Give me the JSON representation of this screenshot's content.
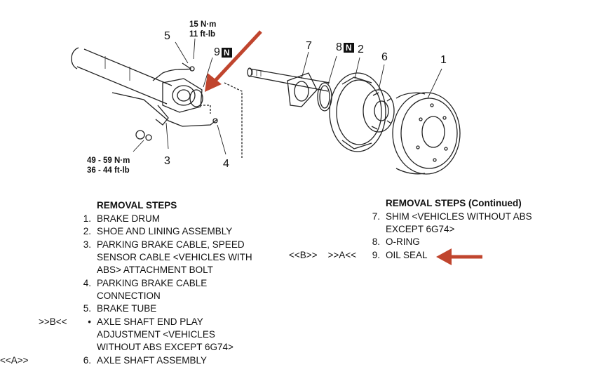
{
  "diagram": {
    "callouts": {
      "c1": "1",
      "c2": "2",
      "c3": "3",
      "c4": "4",
      "c5": "5",
      "c6": "6",
      "c7": "7",
      "c8": "8",
      "c9": "9",
      "n_mark": "N"
    },
    "torque_top": {
      "nm": "15 N·m",
      "ftlb": "11 ft-lb"
    },
    "torque_bottom": {
      "nm": "49 - 59 N·m",
      "ftlb": "36 - 44 ft-lb"
    },
    "arrow_color": "#c0452e"
  },
  "left_steps": {
    "heading": "REMOVAL STEPS",
    "items": [
      {
        "num": "1.",
        "text": "BRAKE DRUM",
        "tag": ""
      },
      {
        "num": "2.",
        "text": "SHOE AND LINING ASSEMBLY",
        "tag": ""
      },
      {
        "num": "3.",
        "text": "PARKING BRAKE CABLE, SPEED\nSENSOR CABLE <VEHICLES WITH\nABS> ATTACHMENT BOLT",
        "tag": ""
      },
      {
        "num": "4.",
        "text": "PARKING BRAKE CABLE\nCONNECTION",
        "tag": ""
      },
      {
        "num": "5.",
        "text": "BRAKE TUBE",
        "tag": ""
      },
      {
        "num": "•",
        "text": "AXLE SHAFT END PLAY\nADJUSTMENT <VEHICLES\nWITHOUT ABS EXCEPT 6G74>",
        "tag": ">>B<<"
      },
      {
        "num": "6.",
        "text": "AXLE SHAFT ASSEMBLY",
        "tag": "<<A>>"
      }
    ]
  },
  "right_steps": {
    "heading": "REMOVAL STEPS (Continued)",
    "items": [
      {
        "num": "7.",
        "text": "SHIM <VEHICLES WITHOUT ABS\nEXCEPT 6G74>",
        "tag": ""
      },
      {
        "num": "8.",
        "text": "O-RING",
        "tag": ""
      },
      {
        "num": "9.",
        "text": "OIL SEAL",
        "tag": "<<B>>    >>A<<"
      }
    ]
  }
}
